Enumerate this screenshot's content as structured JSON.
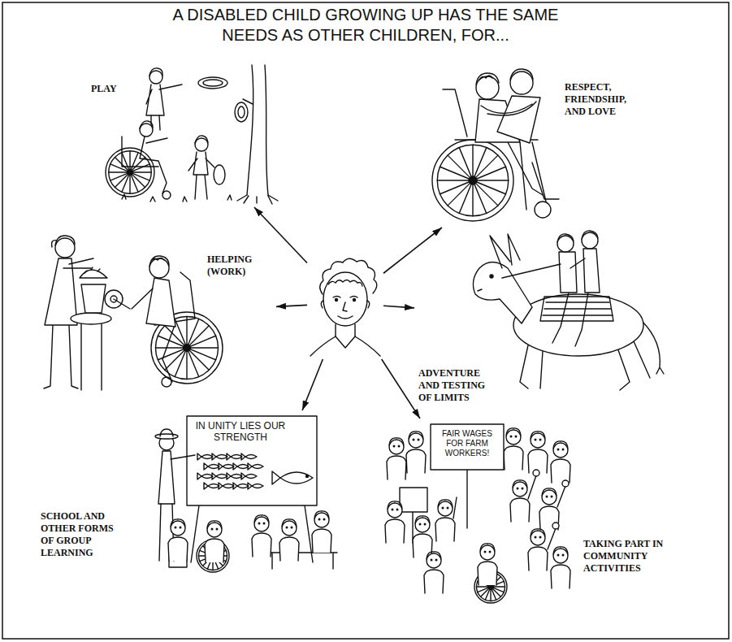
{
  "diagram": {
    "title": "A DISABLED CHILD GROWING UP HAS THE SAME NEEDS AS OTHER CHILDREN, FOR...",
    "nodes": [
      {
        "text": []
      },
      {
        "text": [
          "PLAY"
        ]
      },
      {
        "text": [
          "RESPECT, FRIENDSHIP, AND LOVE"
        ]
      },
      {
        "text": [
          "HELPING (WORK)"
        ]
      },
      {
        "text": [
          "ADVENTURE AND TESTING OF LIMITS"
        ]
      },
      {
        "text": [
          "SCHOOL AND OTHER FORMS OF GROUP LEARNING"
        ]
      },
      {
        "text": [
          "TAKING PART IN COMMUNITY ACTIVITIES"
        ]
      }
    ],
    "edges": [
      {
        "from": 0,
        "to": 1,
        "arrow": "to"
      },
      {
        "from": 0,
        "to": 2,
        "arrow": "to"
      },
      {
        "from": 0,
        "to": 3,
        "arrow": "to"
      },
      {
        "from": 0,
        "to": 4,
        "arrow": "to"
      },
      {
        "from": 0,
        "to": 5,
        "arrow": "to"
      },
      {
        "from": 0,
        "to": 6,
        "arrow": "to"
      }
    ],
    "labels": [
      "IN UNITY LIES OUR STRENGTH",
      "FAIR WAGES FOR FARM WORKERS!"
    ]
  }
}
